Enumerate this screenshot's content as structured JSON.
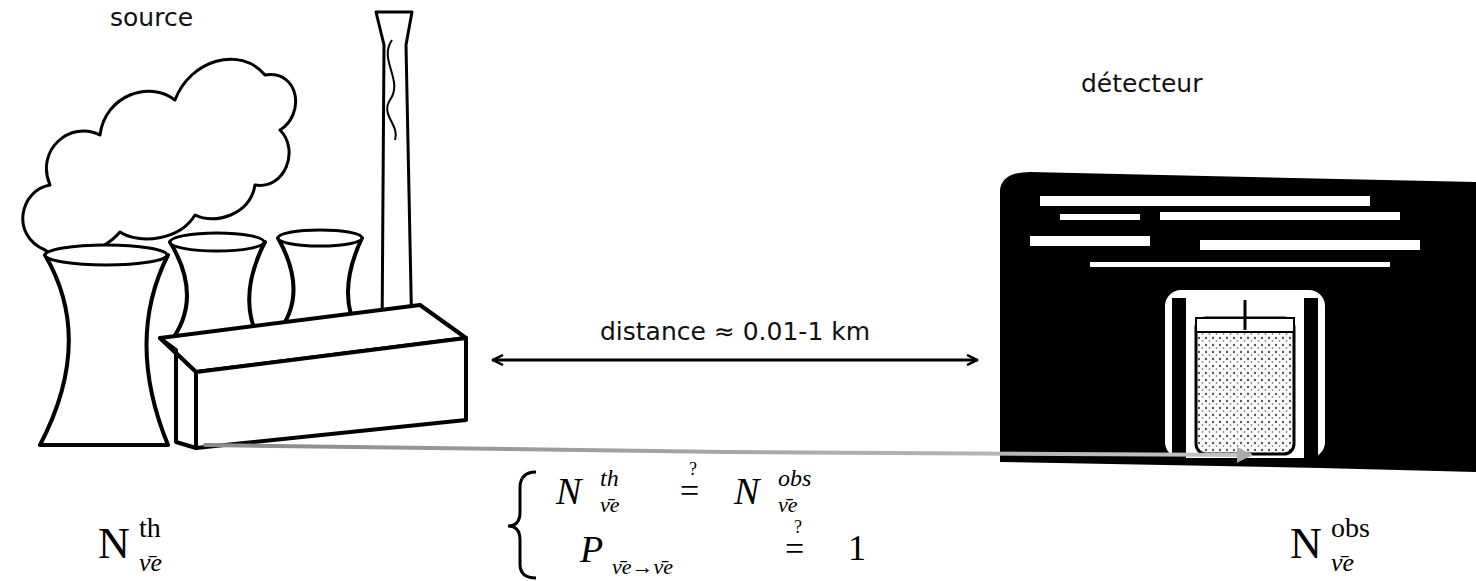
{
  "diagram": {
    "nodes": [
      {
        "text": [
          "source"
        ]
      },
      {
        "text": [
          "détecteur"
        ]
      }
    ],
    "edges": [
      {
        "from": 0,
        "to": 1,
        "arrow": "both",
        "label": "distance ≈ 0.01-1 km"
      },
      {
        "from": 0,
        "to": 1,
        "arrow": "to"
      }
    ],
    "labels": [
      "N",
      "th",
      "ν̄e",
      "N",
      "obs",
      "ν̄e",
      "N",
      "th",
      "ν̄e",
      "?",
      "=",
      "N",
      "obs",
      "ν̄e",
      "P",
      "ν̄e→ν̄e",
      "?",
      "=",
      "1"
    ]
  }
}
